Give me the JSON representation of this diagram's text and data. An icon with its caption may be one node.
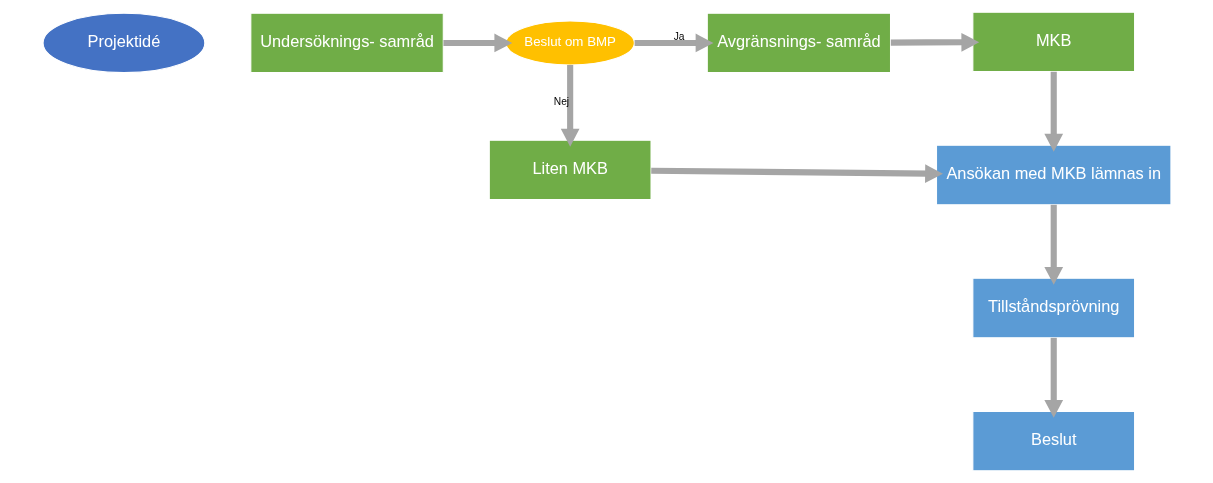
{
  "diagram": {
    "nodes": [
      {
        "text": [
          "Projektidé"
        ]
      },
      {
        "text": [
          "Undersöknings- samråd"
        ]
      },
      {
        "text": [
          "Beslut om BMP"
        ]
      },
      {
        "text": [
          "Avgränsnings- samråd"
        ]
      },
      {
        "text": [
          "MKB"
        ]
      },
      {
        "text": [
          "Liten MKB"
        ]
      },
      {
        "text": [
          "Ansökan med MKB lämnas in"
        ]
      },
      {
        "text": [
          "Tillståndsprövning"
        ]
      },
      {
        "text": [
          "Beslut"
        ]
      }
    ],
    "edges": [
      {
        "from": 1,
        "to": 2,
        "arrow": "to"
      },
      {
        "from": 2,
        "to": 3,
        "arrow": "to",
        "label": "Ja"
      },
      {
        "from": 3,
        "to": 4,
        "arrow": "to"
      },
      {
        "from": 2,
        "to": 5,
        "arrow": "to",
        "label": "Nej"
      },
      {
        "from": 4,
        "to": 6,
        "arrow": "to"
      },
      {
        "from": 5,
        "to": 6,
        "arrow": "to"
      },
      {
        "from": 6,
        "to": 7,
        "arrow": "to"
      },
      {
        "from": 7,
        "to": 8,
        "arrow": "to"
      }
    ]
  }
}
